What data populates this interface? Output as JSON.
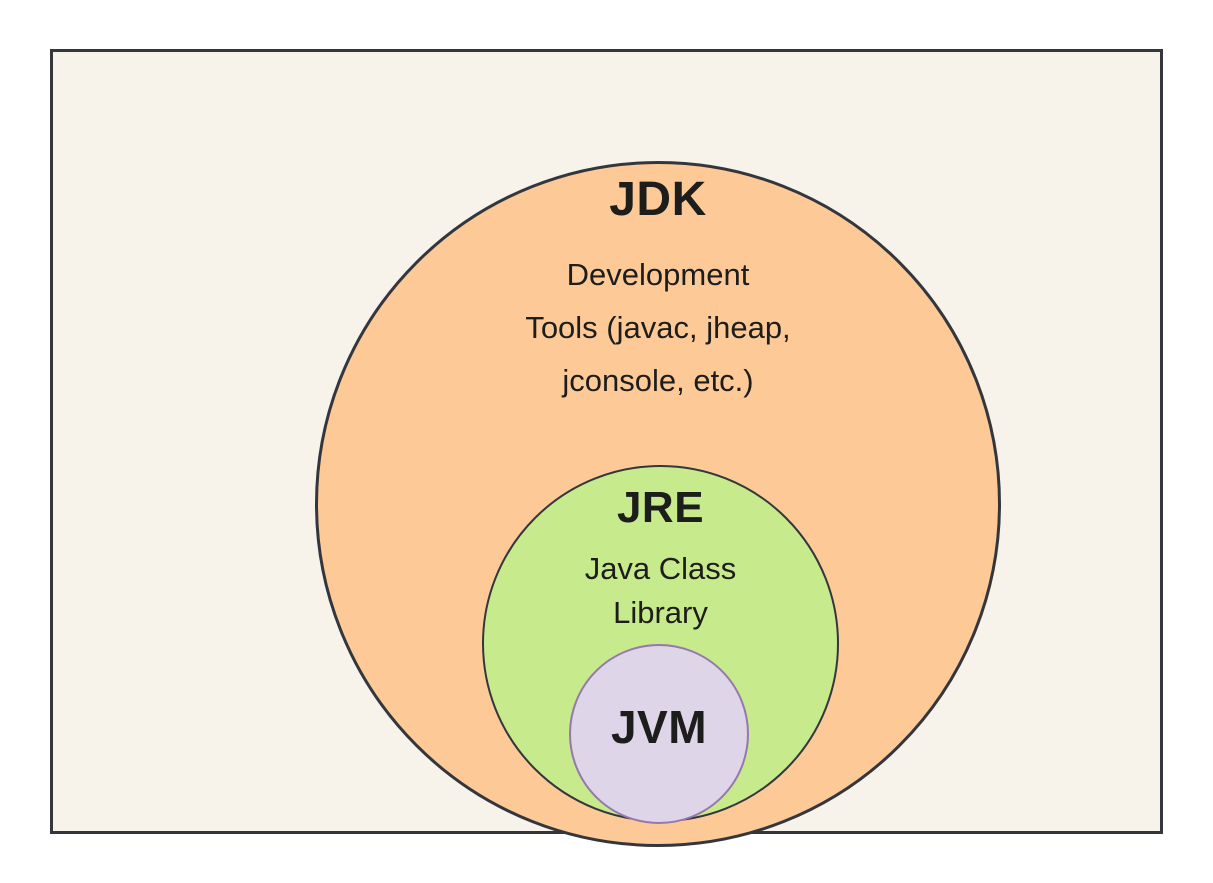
{
  "diagram": {
    "jdk": {
      "label": "JDK",
      "description_lines": [
        "Development",
        "Tools (javac, jheap,",
        "jconsole, etc.)"
      ]
    },
    "jre": {
      "label": "JRE",
      "description_lines": [
        "Java Class",
        "Library"
      ]
    },
    "jvm": {
      "label": "JVM"
    }
  },
  "colors": {
    "frame-bg": "#F7F3EA",
    "frame-border": "#34383C",
    "ring-border": "#33373D",
    "jdk-fill": "#FDCA97",
    "jre-fill": "#C7EA8C",
    "jvm-fill": "#DED5E8",
    "jvm-border": "#9678AD",
    "text": "#1D1D1B"
  }
}
